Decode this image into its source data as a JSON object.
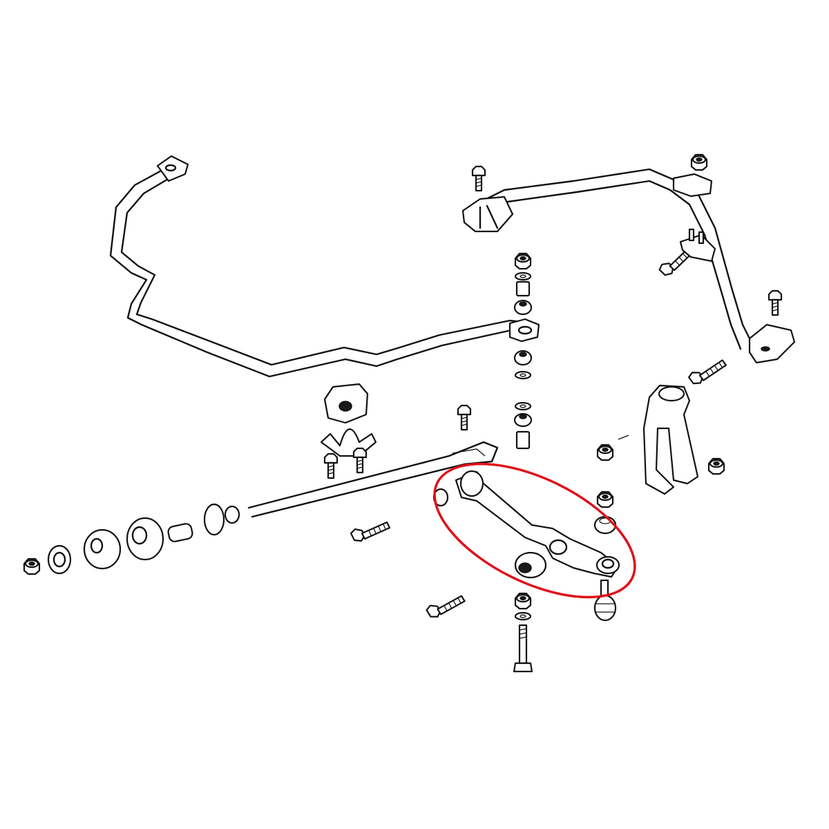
{
  "highlight": {
    "color": "#e0101a",
    "target": "lower-control-arm"
  },
  "parts": {
    "stabilizer_bar": "stabilizer-bar",
    "subframe_brace": "crossmember-brace",
    "end_link": "stabilizer-end-link-stack",
    "radius_rod": "radius-rod",
    "radius_rod_bushings": "radius-rod-bushing-stack",
    "lower_arm": "lower-control-arm",
    "knuckle_fork": "damper-fork",
    "ball_joint": "ball-joint",
    "fasteners": "bolts-and-nuts"
  }
}
